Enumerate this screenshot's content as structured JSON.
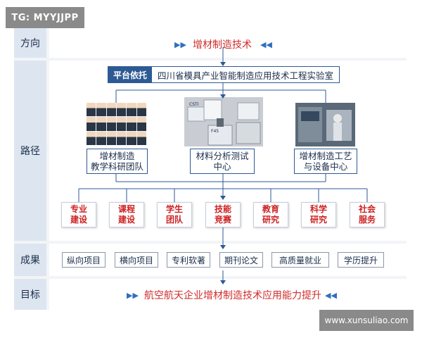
{
  "watermarks": {
    "top_left": "TG: MYYJJPP",
    "bottom_right": "www.xunsuliao.com"
  },
  "rows": {
    "direction": "方向",
    "path": "路径",
    "results": "成果",
    "goal": "目标"
  },
  "direction": {
    "title": "增材制造技术"
  },
  "platform": {
    "tag": "平台依托",
    "name": "四川省模具产业智能制造应用技术工程实验室"
  },
  "centers": [
    {
      "line1": "增材制造",
      "line2": "教学科研团队"
    },
    {
      "line1": "材料分析测试",
      "line2": "中心"
    },
    {
      "line1": "增材制造工艺",
      "line2": "与设备中心"
    }
  ],
  "lab_photo_labels": {
    "l1": "CSTI",
    "l2": "F45"
  },
  "tasks": [
    {
      "line1": "专业",
      "line2": "建设"
    },
    {
      "line1": "课程",
      "line2": "建设"
    },
    {
      "line1": "学生",
      "line2": "团队"
    },
    {
      "line1": "技能",
      "line2": "竞赛"
    },
    {
      "line1": "教育",
      "line2": "研究"
    },
    {
      "line1": "科学",
      "line2": "研究"
    },
    {
      "line1": "社会",
      "line2": "服务"
    }
  ],
  "results": [
    "纵向项目",
    "横向项目",
    "专利软著",
    "期刊论文",
    "高质量就业",
    "学历提升"
  ],
  "goal": {
    "title": "航空航天企业增材制造技术应用能力提升"
  },
  "icons": {
    "arrow_left": "triangle-right",
    "arrow_right": "triangle-left"
  },
  "colors": {
    "accent_blue": "#2d5a94",
    "title_red": "#d22b2b",
    "label_bg": "#dde6f0"
  }
}
